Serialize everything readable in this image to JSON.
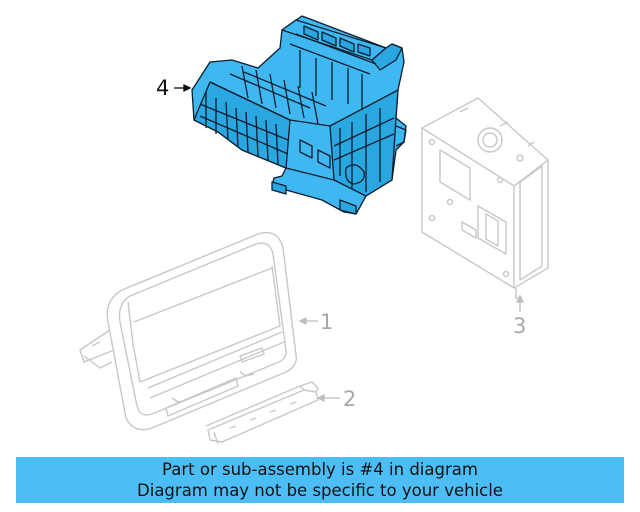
{
  "callouts": [
    {
      "number": "4",
      "highlighted": true
    },
    {
      "number": "1",
      "highlighted": false
    },
    {
      "number": "2",
      "highlighted": false
    },
    {
      "number": "3",
      "highlighted": false
    }
  ],
  "banner": {
    "line1": "Part or sub-assembly is #4 in diagram",
    "line2": "Diagram may not be specific to your vehicle"
  },
  "colors": {
    "highlight_fill": "#3fb8f2",
    "highlight_line": "#0a1e2e",
    "ghost_line": "#c8c8c8",
    "callout_active": "#111111",
    "callout_inactive": "#a8a8a8",
    "banner_bg": "#4dbef5"
  }
}
